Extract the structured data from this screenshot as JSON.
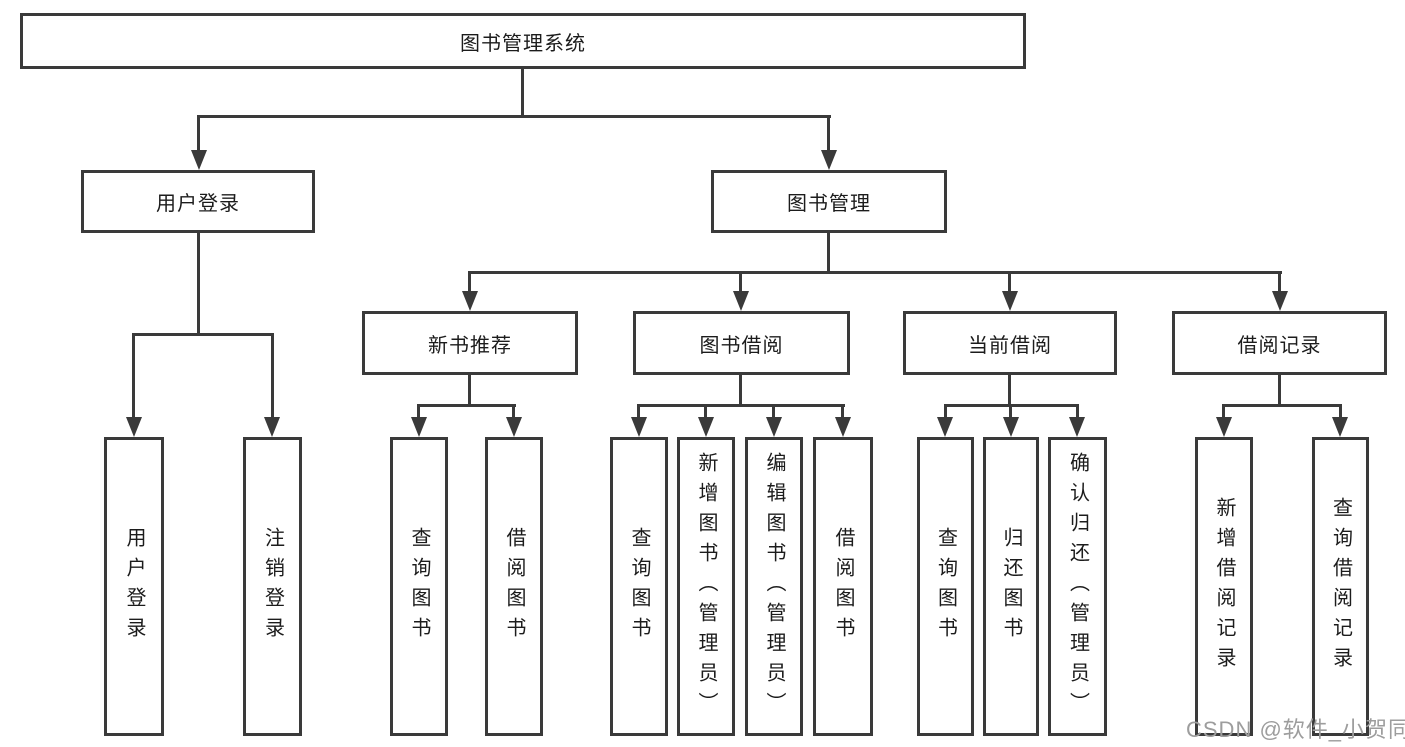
{
  "tree": {
    "label": "图书管理系统",
    "children": [
      {
        "label": "用户登录",
        "children": [
          {
            "label": "用户登录"
          },
          {
            "label": "注销登录"
          }
        ]
      },
      {
        "label": "图书管理",
        "children": [
          {
            "label": "新书推荐",
            "children": [
              {
                "label": "查询图书"
              },
              {
                "label": "借阅图书"
              }
            ]
          },
          {
            "label": "图书借阅",
            "children": [
              {
                "label": "查询图书"
              },
              {
                "label": "新增图书（管理员）"
              },
              {
                "label": "编辑图书（管理员）"
              },
              {
                "label": "借阅图书"
              }
            ]
          },
          {
            "label": "当前借阅",
            "children": [
              {
                "label": "查询图书"
              },
              {
                "label": "归还图书"
              },
              {
                "label": "确认归还（管理员）"
              }
            ]
          },
          {
            "label": "借阅记录",
            "children": [
              {
                "label": "新增借阅记录"
              },
              {
                "label": "查询借阅记录"
              }
            ]
          }
        ]
      }
    ]
  },
  "watermark": "CSDN @软件_小贺同学",
  "colors": {
    "line": "#3a3a3a",
    "text": "#1c1c1c",
    "watermark": "#9d9d9d",
    "background": "#ffffff"
  }
}
